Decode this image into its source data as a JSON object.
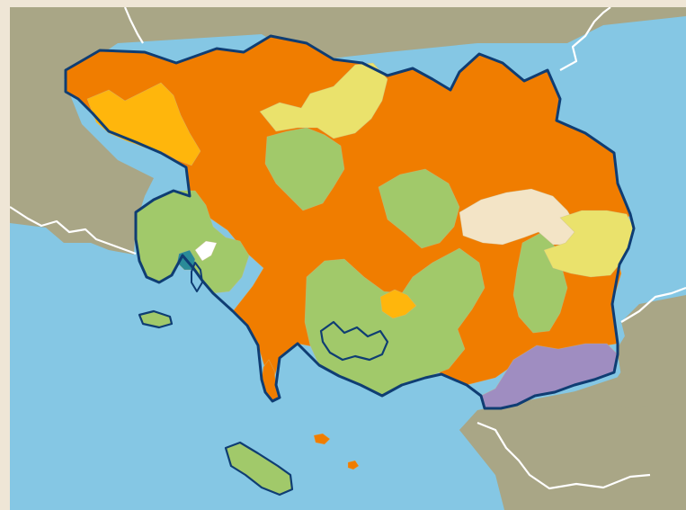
{
  "map": {
    "colors": {
      "page_background": "#efe6d6",
      "sea": "#85c7e4",
      "land": "#a9a686",
      "boundary": "#0f3d73",
      "coast_line": "#ffffff",
      "orange": "#f07d00",
      "gold": "#ffb60c",
      "light_yellow": "#eae26c",
      "light_green": "#a1c96a",
      "cream": "#f3e4c6",
      "purple": "#9f8dc1",
      "teal": "#2a8b98",
      "white": "#ffffff"
    },
    "category_colors_present": [
      "orange",
      "gold",
      "light_yellow",
      "light_green",
      "cream",
      "purple",
      "teal",
      "white"
    ]
  }
}
